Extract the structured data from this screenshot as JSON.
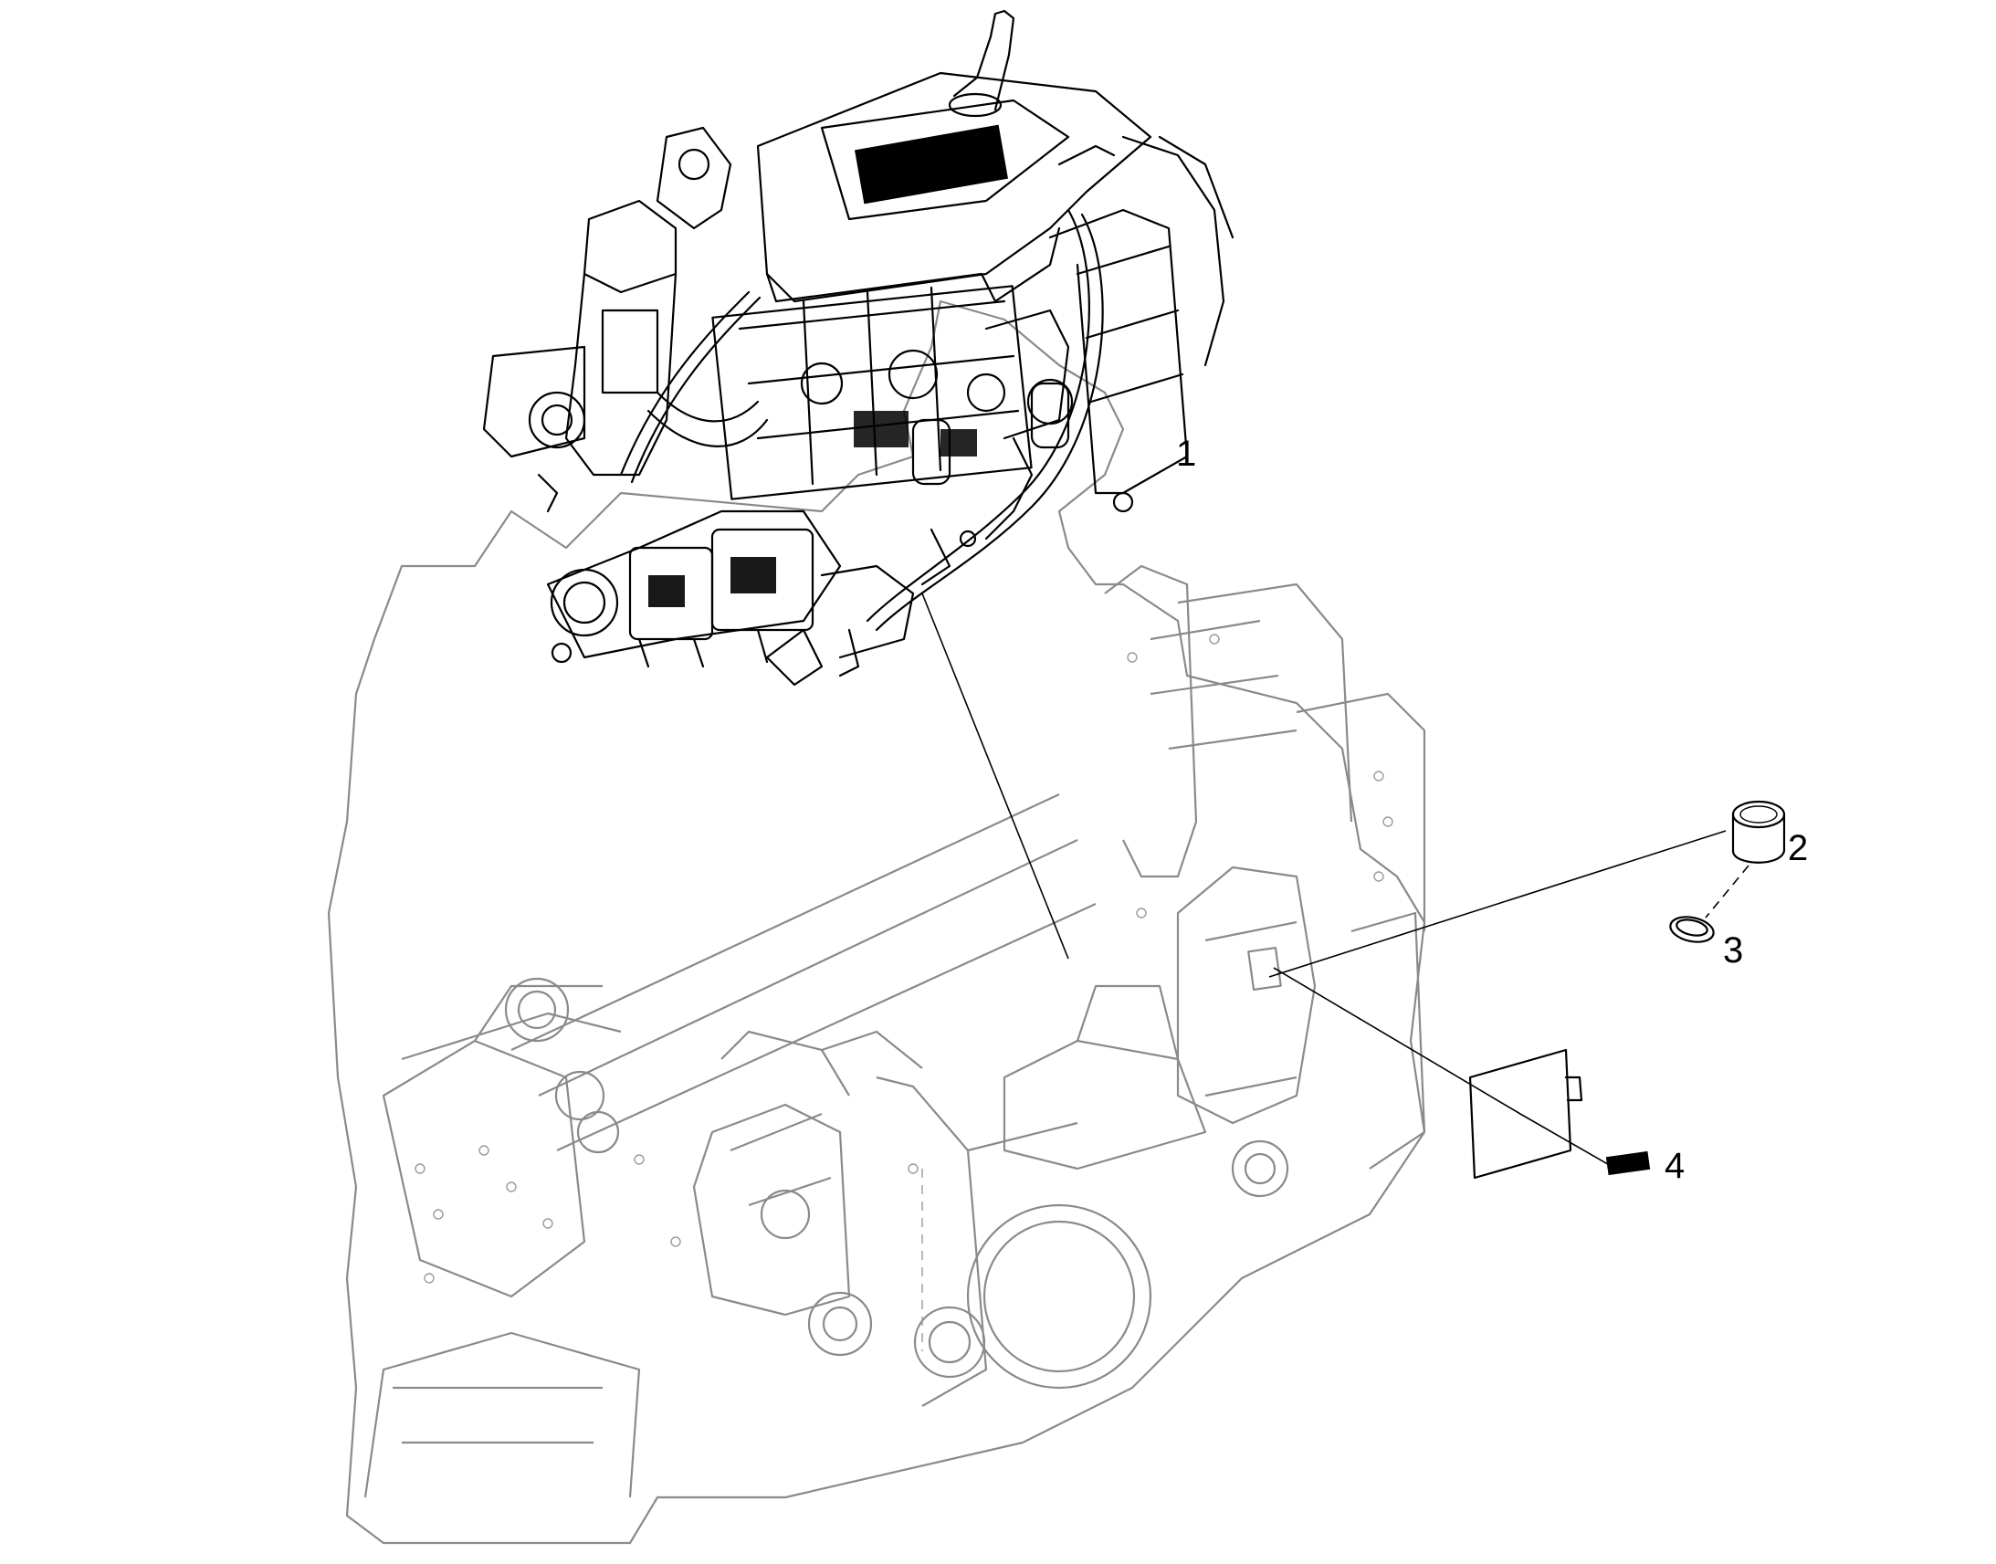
{
  "callouts": [
    {
      "id": "1",
      "label": "1"
    },
    {
      "id": "2",
      "label": "2"
    },
    {
      "id": "3",
      "label": "3"
    },
    {
      "id": "4",
      "label": "4"
    }
  ],
  "colors": {
    "engine_ink": "#000000",
    "frame_ink": "#8a8a8a",
    "background": "#ffffff"
  }
}
